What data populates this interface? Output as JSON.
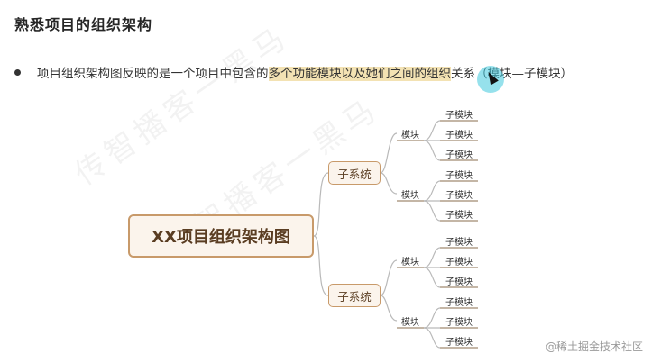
{
  "slide": {
    "title": "熟悉项目的组织架构",
    "bullet": {
      "before": "项目组织架构图反映的是一个项目中包含的",
      "highlighted": "多个功能模块以及她们之间的组织",
      "after": "关系（模块—子模块）"
    }
  },
  "watermark": {
    "text": "传智播客一黑马",
    "footer": "@稀土掘金技术社区"
  },
  "mindmap": {
    "root": "XX项目组织架构图",
    "subsystems": [
      {
        "label": "子系统",
        "modules": [
          {
            "label": "模块",
            "children": [
              "子模块",
              "子模块",
              "子模块"
            ]
          },
          {
            "label": "模块",
            "children": [
              "子模块",
              "子模块",
              "子模块"
            ]
          }
        ]
      },
      {
        "label": "子系统",
        "modules": [
          {
            "label": "模块",
            "children": [
              "子模块",
              "子模块",
              "子模块"
            ]
          },
          {
            "label": "模块",
            "children": [
              "子模块",
              "子模块",
              "子模块"
            ]
          }
        ]
      }
    ]
  },
  "colors": {
    "line": "#b9b9b9",
    "node_border": "#c89a6a",
    "leaf_underline": "#a08a70"
  }
}
